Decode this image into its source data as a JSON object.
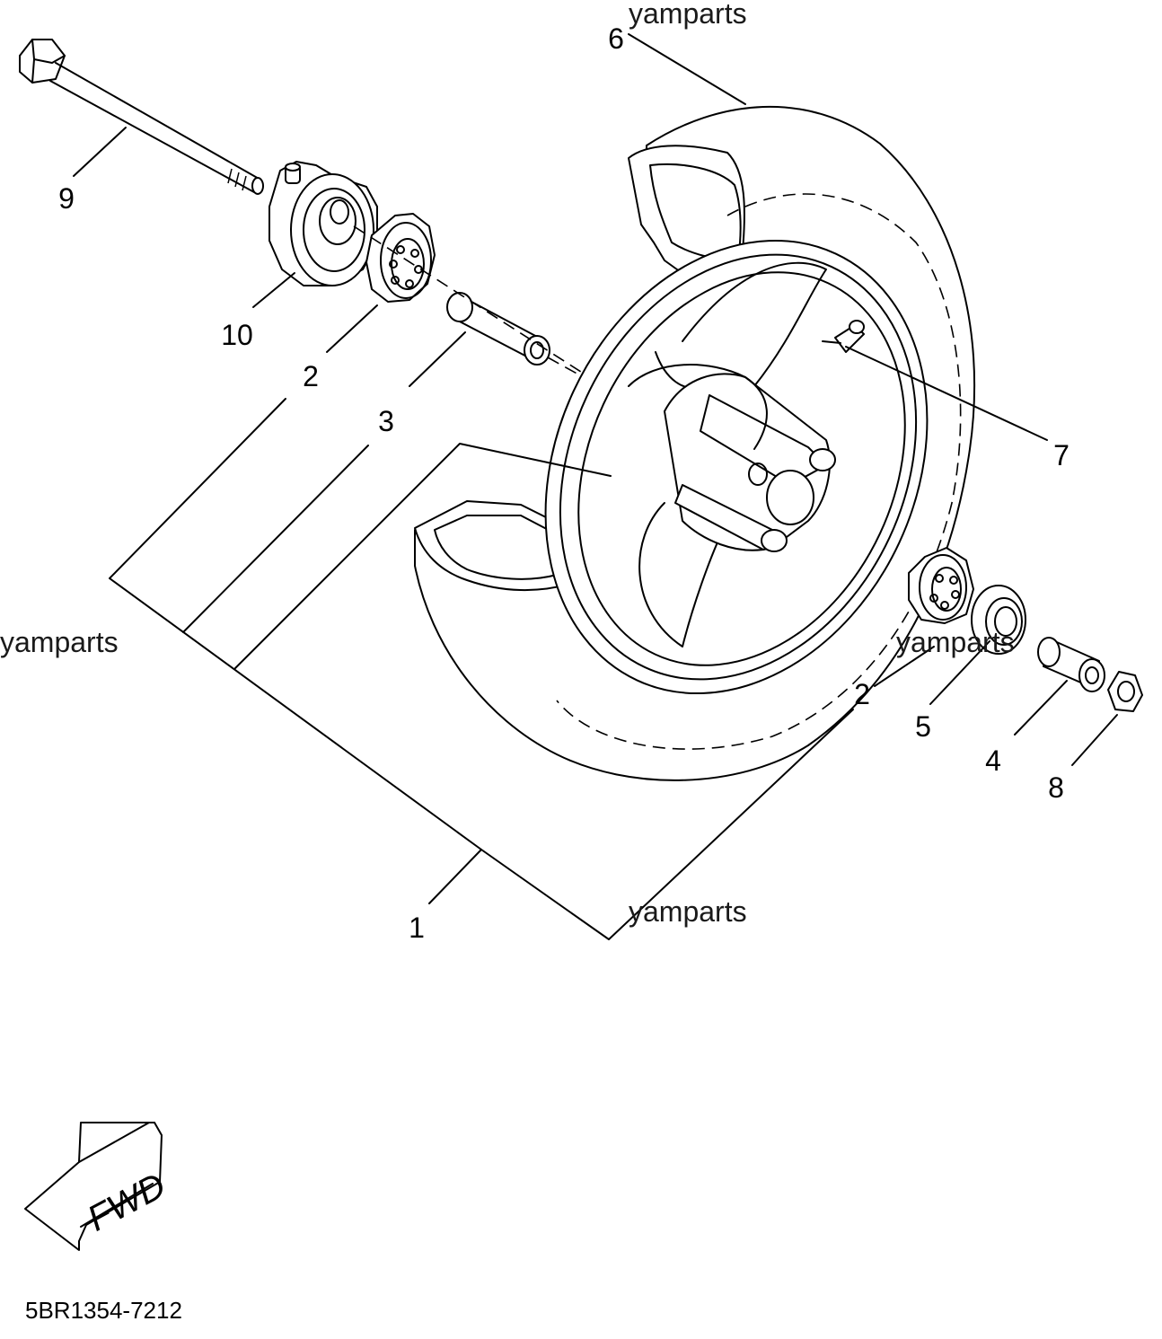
{
  "callouts": {
    "c1": "1",
    "c2a": "2",
    "c2b": "2",
    "c3": "3",
    "c4": "4",
    "c5": "5",
    "c6": "6",
    "c7": "7",
    "c8": "8",
    "c9": "9",
    "c10": "10"
  },
  "watermarks": {
    "top": "yamparts",
    "left": "yamparts",
    "right": "yamparts",
    "bottom": "yamparts"
  },
  "direction_arrow": {
    "label": "FWD",
    "icon": "fwd-arrow-icon"
  },
  "diagram_code": "5BR1354-7212"
}
